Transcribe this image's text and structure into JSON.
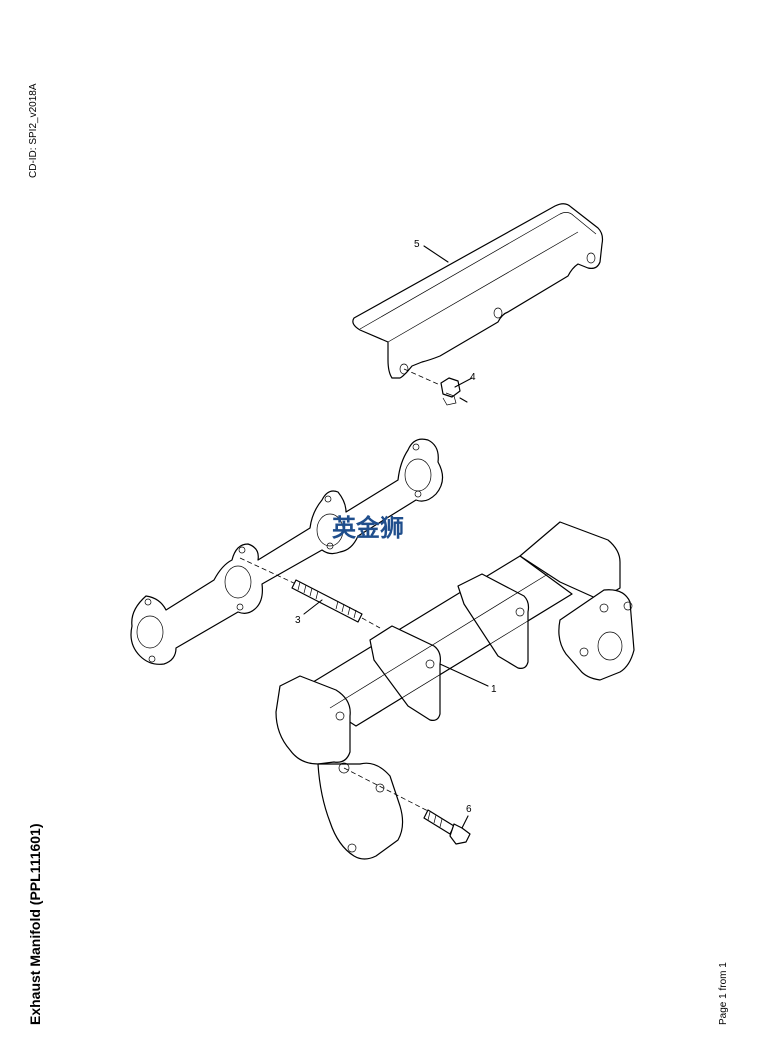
{
  "header": {
    "cd_id": "CD-ID: SPI2_v2018A"
  },
  "title": "Exhaust Manifold (PPL111601)",
  "footer": {
    "page": "Page 1 from 1"
  },
  "watermark": {
    "text": "英金狮",
    "color": "#1f4e8c"
  },
  "callouts": {
    "part_1": "1",
    "part_3": "3",
    "part_4": "4",
    "part_5": "5",
    "part_6": "6"
  }
}
